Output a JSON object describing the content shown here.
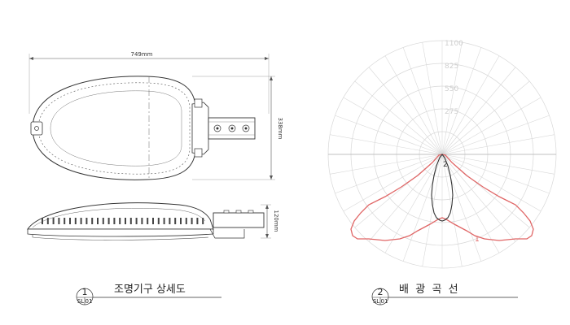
{
  "drawing": {
    "width_dim": "749mm",
    "height_dim": "338mm",
    "side_height_dim": "120mm",
    "tag1_number": "1",
    "tag1_sub_left": "SL",
    "tag1_sub_right": "01",
    "title1": "조명기구 상세도",
    "tag2_number": "2",
    "tag2_sub_left": "SL",
    "tag2_sub_right": "01",
    "title2": "배  광  곡  선"
  },
  "polar": {
    "ring_labels": [
      "1100",
      "825",
      "550",
      "275"
    ],
    "curve1_label": "1",
    "curve2_label": "2",
    "curve1_color": "#e06666",
    "curve2_color": "#333333",
    "grid_color": "#d8d8d8"
  }
}
